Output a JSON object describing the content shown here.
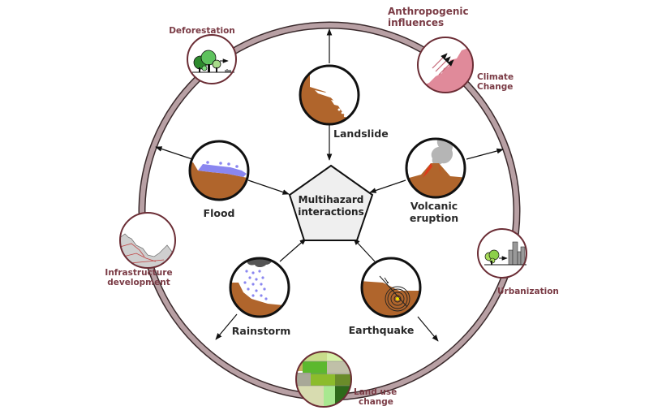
{
  "title": "Multihazard interactions",
  "center": {
    "line1": "Multihazard",
    "line2": "interactions",
    "fill": "#efefef"
  },
  "hazards": [
    {
      "id": "landslide",
      "label": [
        "Landslide"
      ],
      "icon": "landslide-icon"
    },
    {
      "id": "flood",
      "label": [
        "Flood"
      ],
      "icon": "flood-icon"
    },
    {
      "id": "volcanic-eruption",
      "label": [
        "Volcanic",
        "eruption"
      ],
      "icon": "volcano-icon"
    },
    {
      "id": "rainstorm",
      "label": [
        "Rainstorm"
      ],
      "icon": "rainstorm-icon"
    },
    {
      "id": "earthquake",
      "label": [
        "Earthquake"
      ],
      "icon": "earthquake-icon"
    }
  ],
  "anthropogenic": {
    "ring_label": [
      "Anthropogenic",
      "influences"
    ],
    "items": [
      {
        "id": "deforestation",
        "label": [
          "Deforestation"
        ],
        "icon": "deforestation-icon"
      },
      {
        "id": "climate-change",
        "label": [
          "Climate",
          "Change"
        ],
        "icon": "climate-change-icon"
      },
      {
        "id": "urbanization",
        "label": [
          "Urbanization"
        ],
        "icon": "urbanization-icon"
      },
      {
        "id": "land-use-change",
        "label": [
          "Land use",
          "change"
        ],
        "icon": "land-use-icon"
      },
      {
        "id": "infrastructure-development",
        "label": [
          "Infrastructure",
          "development"
        ],
        "icon": "infrastructure-icon"
      }
    ]
  },
  "colors": {
    "ring_fill": "#b8a0a4",
    "ring_stroke": "#3a2a2c",
    "anthropogenic_text": "#7a3b45",
    "anthropogenic_circle": "#6b2d35",
    "soil": "#b0652c",
    "water": "#8a86f0",
    "lava": "#e03a1a",
    "ash": "#b5b5b5",
    "climate": "#e08a9a"
  }
}
